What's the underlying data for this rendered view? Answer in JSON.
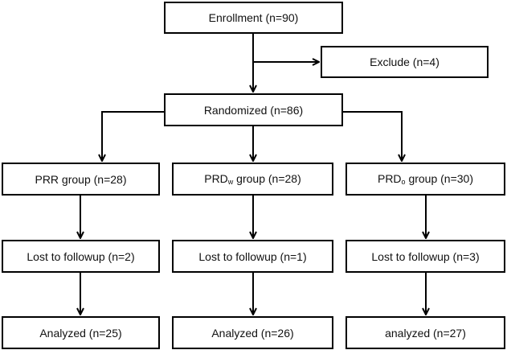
{
  "enrollment": "Enrollment (n=90)",
  "exclude": "Exclude (n=4)",
  "randomized": "Randomized (n=86)",
  "groups": [
    {
      "name": {
        "main": "PRR group (n=28)",
        "prefix": "",
        "sub": "",
        "suffix": ""
      },
      "lost": "Lost to followup (n=2)",
      "analyzed": "Analyzed (n=25)"
    },
    {
      "name": {
        "main": "",
        "prefix": "PRD",
        "sub": "w",
        "suffix": " group (n=28)"
      },
      "lost": "Lost to followup (n=1)",
      "analyzed": "Analyzed (n=26)"
    },
    {
      "name": {
        "main": "",
        "prefix": "PRD",
        "sub": "o",
        "suffix": " group (n=30)"
      },
      "lost": "Lost to followup (n=3)",
      "analyzed": "analyzed (n=27)"
    }
  ]
}
